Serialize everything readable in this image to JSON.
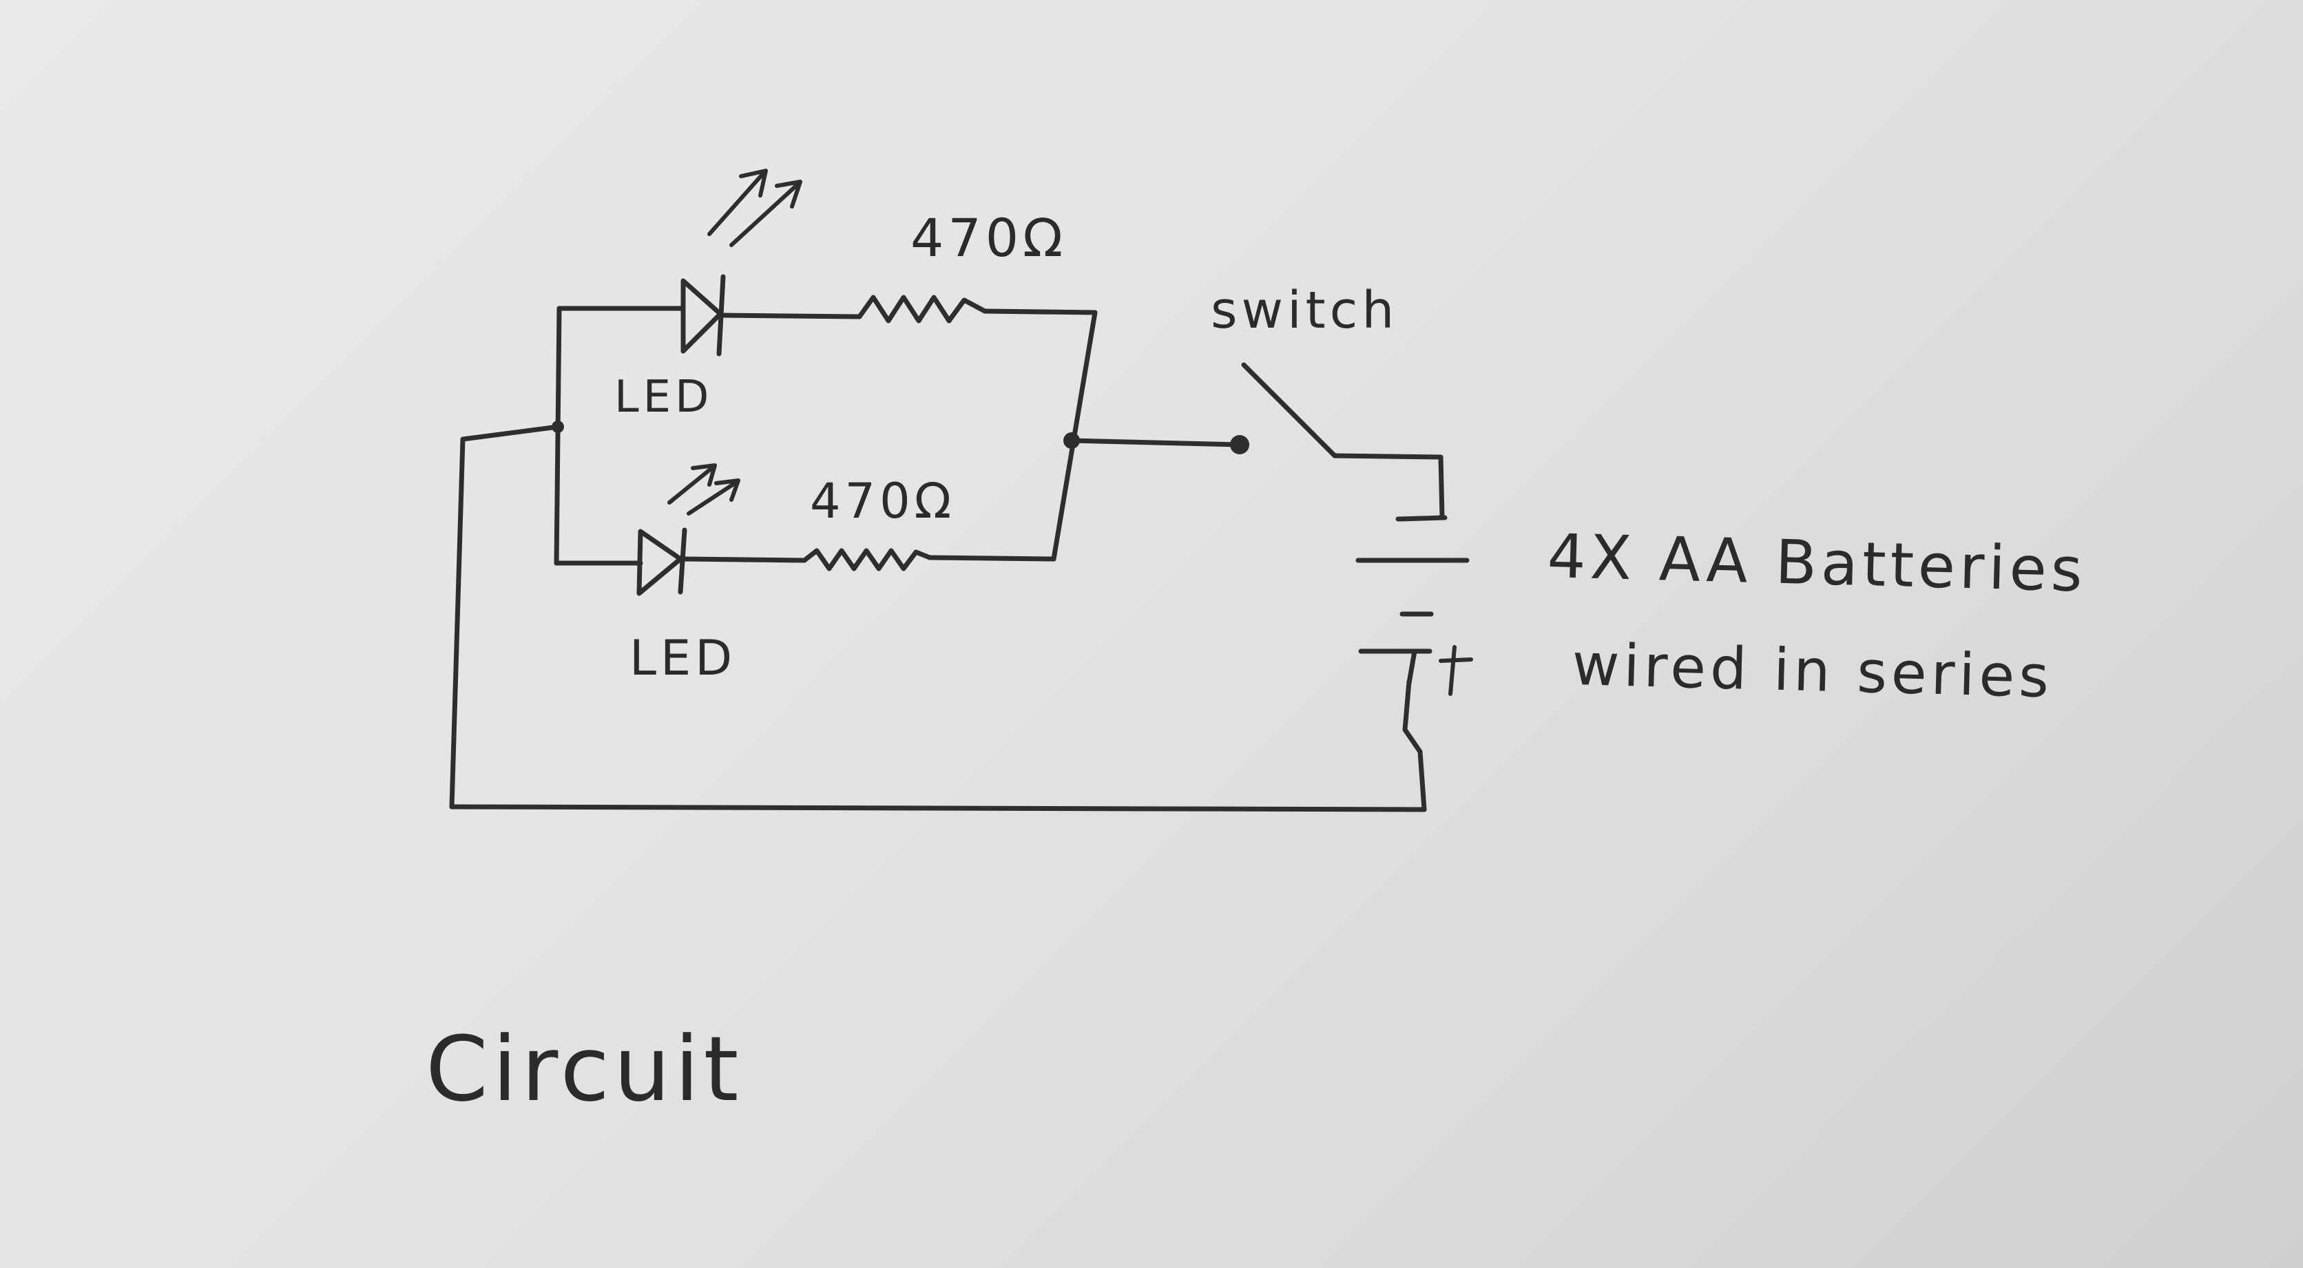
{
  "diagram": {
    "title": "Circuit",
    "top_resistor_label": "470Ω",
    "bottom_resistor_label": "470Ω",
    "top_led_label": "LED",
    "bottom_led_label": "LED",
    "switch_label": "switch",
    "battery_label_line1": "4X AA Batteries",
    "battery_label_line2": "wired in series",
    "battery_negative_mark": "−",
    "battery_positive_mark": "+"
  }
}
